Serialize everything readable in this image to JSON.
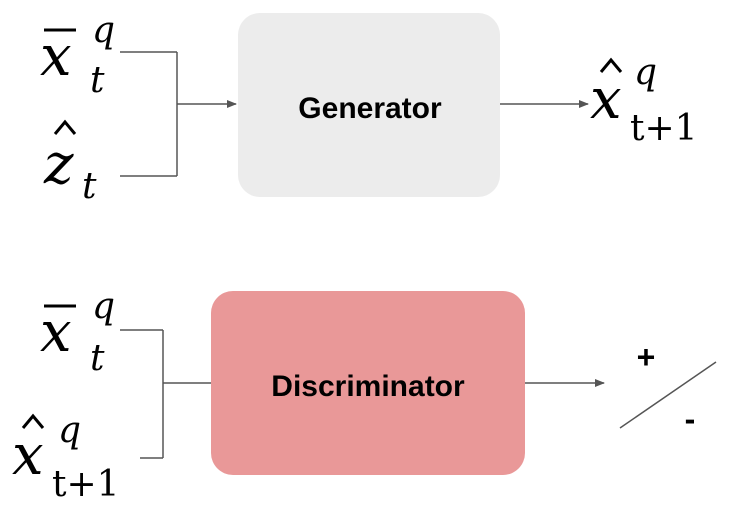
{
  "generator": {
    "label": "Generator",
    "fill": "#ececec",
    "input_1": {
      "base": "x",
      "accent": "bar",
      "sup": "q",
      "sub": "t"
    },
    "input_2": {
      "base": "z",
      "accent": "hat",
      "sup": "",
      "sub": "t"
    },
    "output": {
      "base": "x",
      "accent": "hat",
      "sup": "q",
      "sub": "t+1"
    }
  },
  "discriminator": {
    "label": "Discriminator",
    "fill": "#e99898",
    "input_1": {
      "base": "x",
      "accent": "bar",
      "sup": "q",
      "sub": "t"
    },
    "input_2": {
      "base": "x",
      "accent": "hat",
      "sup": "q",
      "sub": "t+1"
    },
    "output": {
      "plus": "+",
      "minus": "-"
    }
  },
  "colors": {
    "line": "#555555",
    "text": "#000000"
  }
}
